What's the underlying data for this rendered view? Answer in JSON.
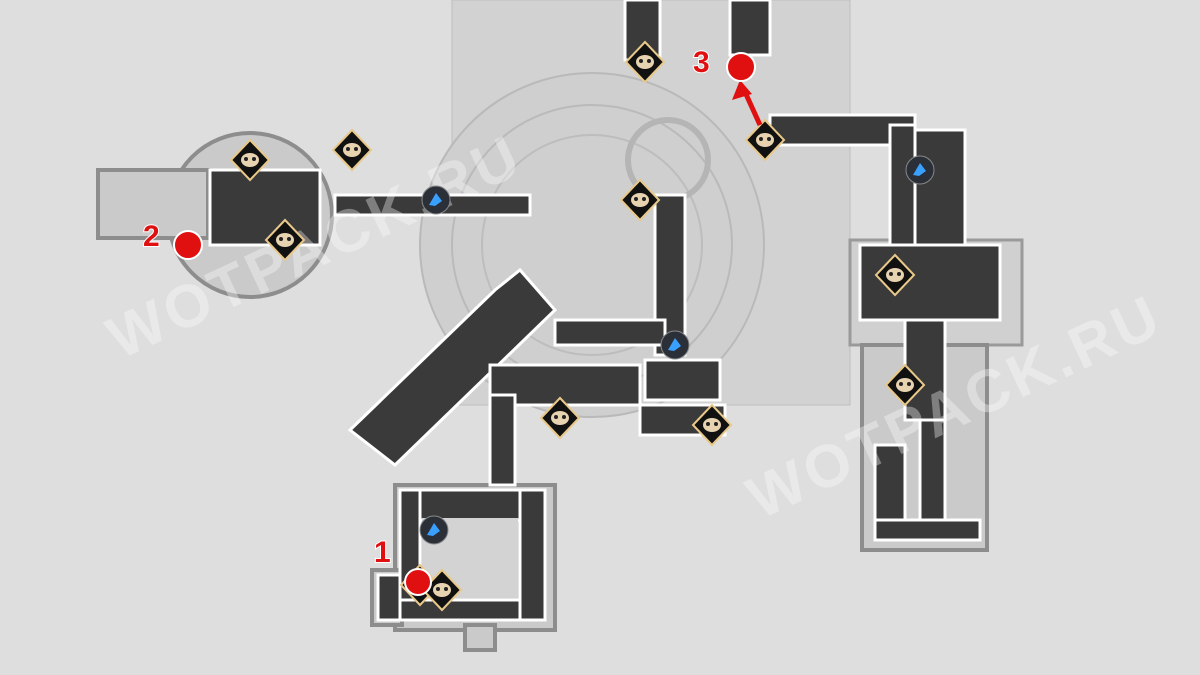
{
  "map": {
    "watermark": "WOTPACK.RU",
    "route_points": [
      {
        "label": "1"
      },
      {
        "label": "2"
      },
      {
        "label": "3"
      }
    ],
    "icons": {
      "enemy": "trotter-face-icon",
      "teleport": "space-anchor-icon",
      "point": "red-dot-icon",
      "arrow": "direction-arrow-icon"
    },
    "colors": {
      "background": "#dedede",
      "floor": "#3a3a3a",
      "zone": "#cdcdcd",
      "marker": "#e01010",
      "enemy_badge": "#e8c98a",
      "teleport": "#3aa0ff"
    }
  }
}
